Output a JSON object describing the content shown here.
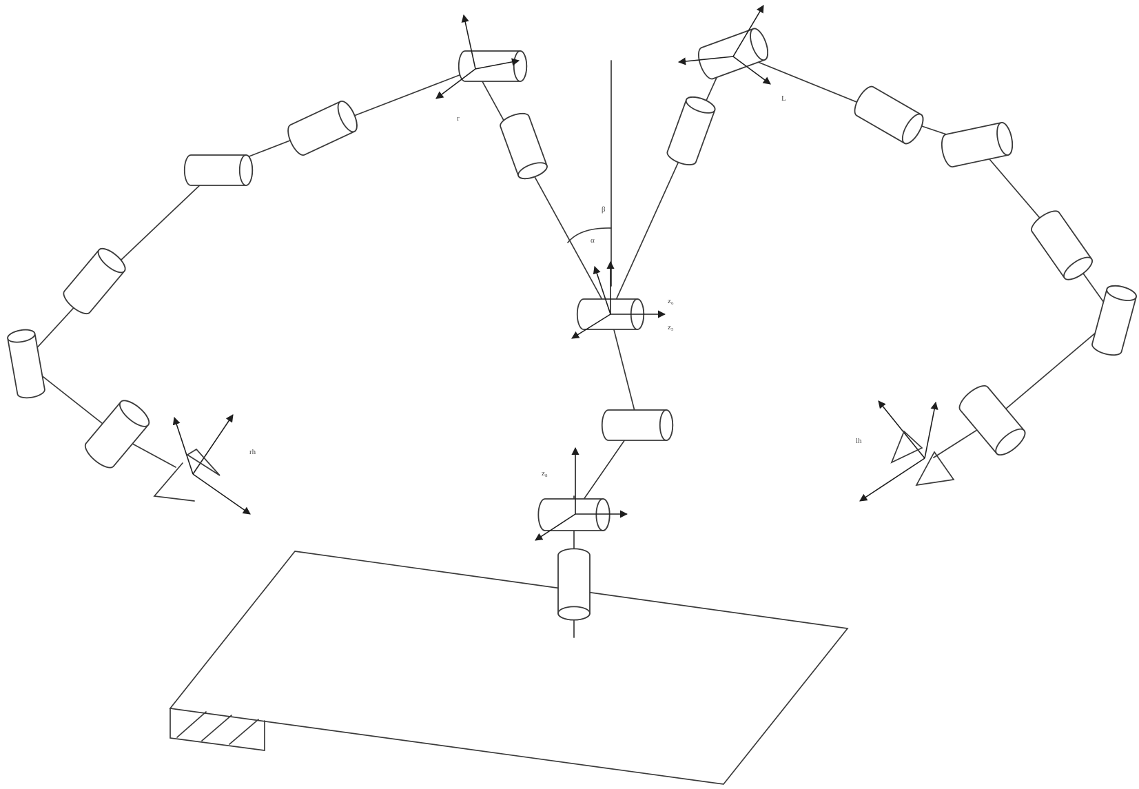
{
  "labels": {
    "right_arm_frame": "r",
    "left_arm_frame": "L",
    "angle_beta": "β",
    "angle_alpha": "α",
    "axis_z6": "z₆",
    "axis_z5": "z₅",
    "axis_z8": "z₈",
    "right_hand": "rh",
    "left_hand": "lh"
  },
  "colors": {
    "line": "#3a3a3a",
    "arrow": "#1e1e1e",
    "label": "#4a4a4a",
    "background": "#ffffff"
  }
}
